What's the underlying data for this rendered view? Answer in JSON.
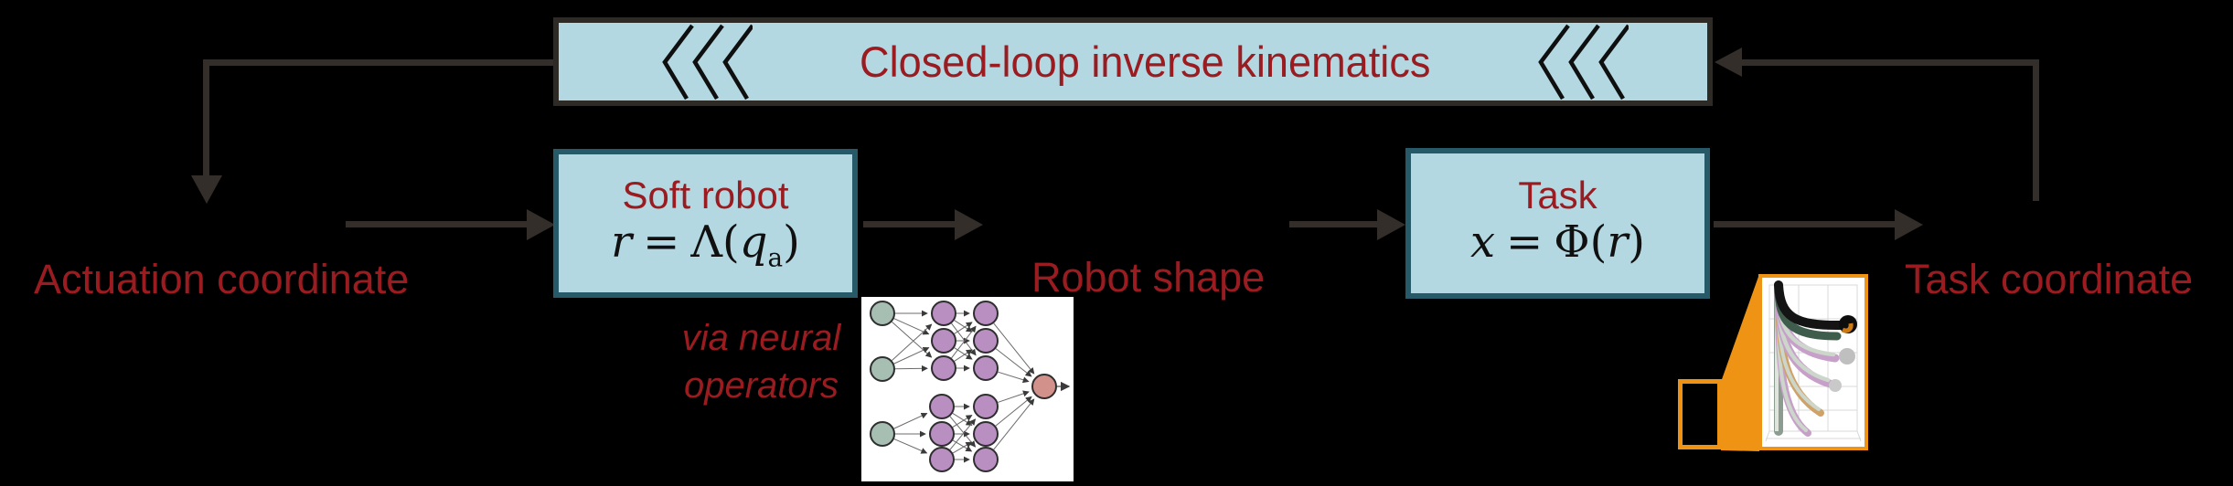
{
  "colors": {
    "background": "#000000",
    "dark-red": "#9a1c20",
    "box-fill": "#b3d8e2",
    "box-border": "#265a68",
    "bar-border": "#2e2b27",
    "arrow": "#332e2a",
    "orange": "#ef9314"
  },
  "top_bar": {
    "title": "Closed-loop inverse kinematics",
    "left_chevrons_icon": "triple-left-angle",
    "right_chevrons_icon": "triple-left-angle"
  },
  "labels": {
    "actuation_coordinate": "Actuation coordinate",
    "robot_shape": "Robot shape",
    "task_coordinate": "Task coordinate",
    "via_neural_line1": "via neural",
    "via_neural_line2": "operators"
  },
  "soft_robot_box": {
    "title": "Soft robot",
    "formula": {
      "var": "r",
      "equals": "=",
      "func": "Λ",
      "open": "(",
      "arg": "q",
      "sub": "a",
      "close": ")"
    }
  },
  "task_box": {
    "title": "Task",
    "formula": {
      "var": "x",
      "equals": "=",
      "func": "Φ",
      "open": "(",
      "arg": "r",
      "sub": "",
      "close": ")"
    }
  },
  "neural_network": {
    "input_color": "#a7beb3",
    "hidden_color": "#b98fc2",
    "output_color": "#d2918a",
    "node_border": "#2e2e2e",
    "edge_color": "#6b6b6b"
  },
  "robot_panel": {
    "border_color": "#ef9314",
    "background": "#ffffff"
  }
}
